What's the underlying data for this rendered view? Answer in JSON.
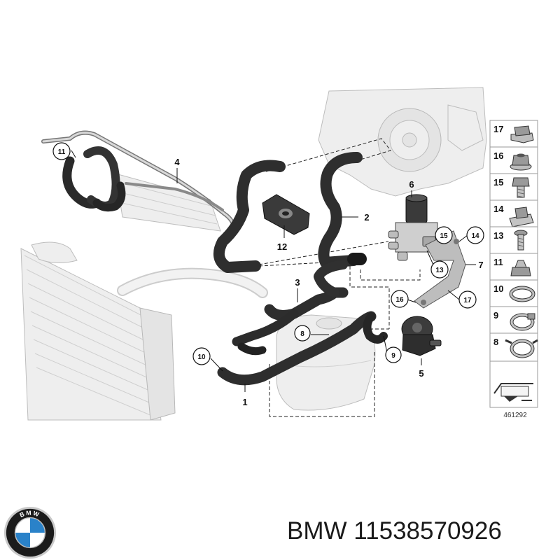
{
  "diagram": {
    "callouts": [
      "1",
      "2",
      "3",
      "4",
      "5",
      "6",
      "7",
      "8",
      "9",
      "10",
      "11",
      "12",
      "13",
      "15",
      "14",
      "16",
      "17"
    ],
    "legend_items": [
      {
        "number": "17",
        "part": "clip-nut"
      },
      {
        "number": "16",
        "part": "hex-nut-with-collar"
      },
      {
        "number": "15",
        "part": "hex-bolt"
      },
      {
        "number": "14",
        "part": "spring-nut"
      },
      {
        "number": "13",
        "part": "torx-screw"
      },
      {
        "number": "11",
        "part": "hex-nut"
      },
      {
        "number": "10",
        "part": "hose-clamp"
      },
      {
        "number": "9",
        "part": "spring-clamp"
      },
      {
        "number": "8",
        "part": "hose-clip"
      }
    ],
    "drawing_number": "461292"
  },
  "brand": {
    "logo_letters": "BMW",
    "colors": {
      "blue": "#2a82c9",
      "black": "#1b1b1b",
      "silver": "#c9c9c9"
    }
  },
  "caption": {
    "brand": "BMW",
    "part_number": "11538570926"
  }
}
